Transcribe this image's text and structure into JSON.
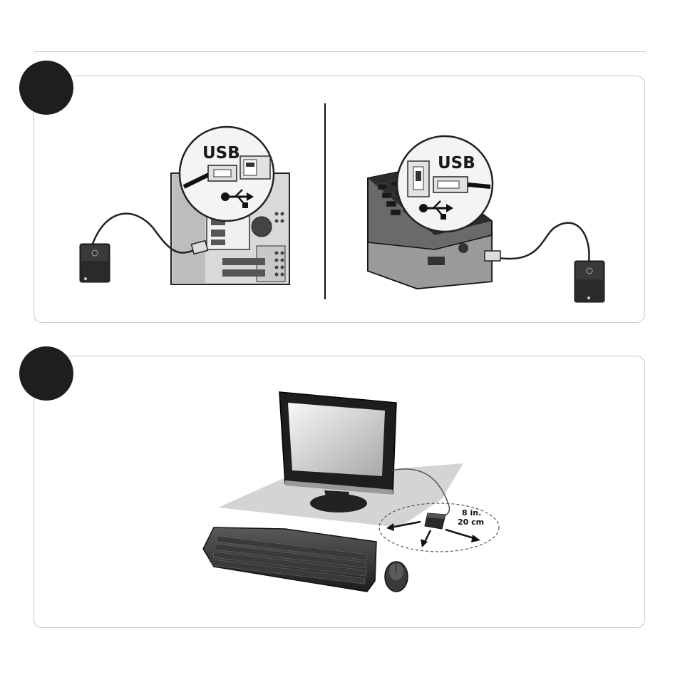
{
  "step1": {
    "desktop": {
      "usb_label": "USB"
    },
    "laptop": {
      "usb_label": "USB"
    }
  },
  "step2": {
    "distance_in": "8 in.",
    "distance_cm": "20 cm"
  },
  "colors": {
    "step_circle": "#1e1e1e",
    "panel_border": "#c9c9c9",
    "receiver": "#2a2a2a",
    "zone_shadow": "#d4d4d4"
  }
}
